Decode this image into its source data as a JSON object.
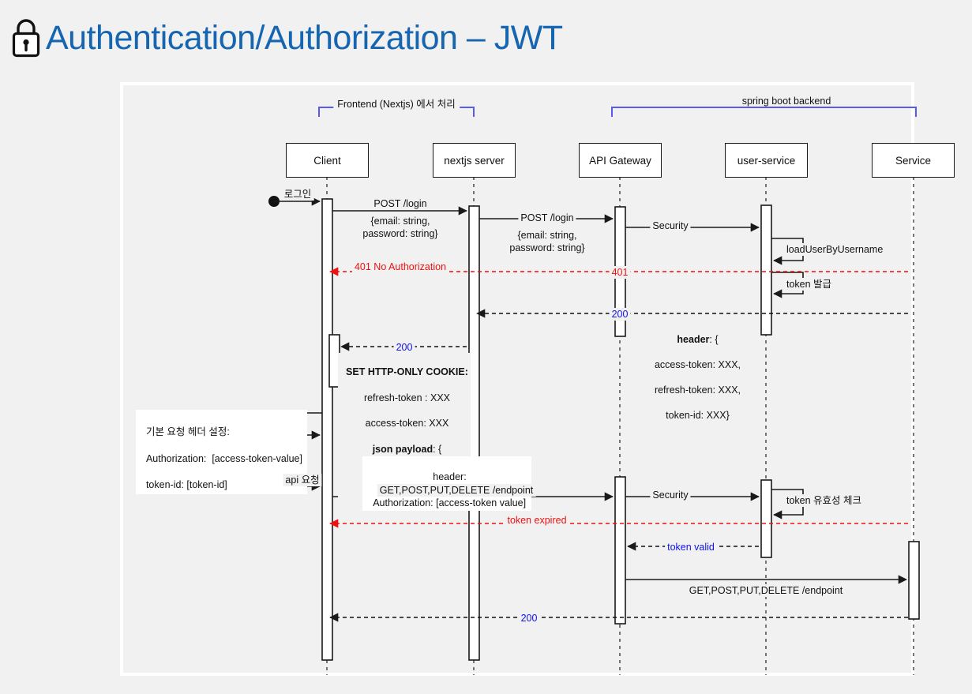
{
  "title": {
    "icon": "lock-icon",
    "text": "Authentication/Authorization – JWT",
    "color": "#1565b0"
  },
  "diagram": {
    "type": "sequence-diagram",
    "background": "#f1f1f1",
    "frame_border": "#ffffff",
    "colors": {
      "group_bracket": "#5a5ae6",
      "error": "#ee1111",
      "success": "#1111ee",
      "line": "#1a1a1a"
    },
    "groups": [
      {
        "label": "Frontend (Nextjs) 에서 처리",
        "from": "Client",
        "to": "nextjs server"
      },
      {
        "label": "spring boot backend",
        "from": "API Gateway",
        "to": "Service"
      }
    ],
    "actors": [
      {
        "name": "Client",
        "label": "Client"
      },
      {
        "name": "nextjs-server",
        "label": "nextjs server"
      },
      {
        "name": "api-gateway",
        "label": "API Gateway"
      },
      {
        "name": "user-service",
        "label": "user-service"
      },
      {
        "name": "service",
        "label": "Service"
      }
    ],
    "messages": [
      {
        "id": "m01",
        "label": "로그인",
        "from": "actor-start",
        "to": "Client",
        "style": "solid",
        "color": "#111"
      },
      {
        "id": "m02",
        "label": "POST /login",
        "from": "Client",
        "to": "nextjs server",
        "style": "solid",
        "color": "#111"
      },
      {
        "id": "m03",
        "label": "{email: string,\npassword: string}",
        "from": "Client",
        "to": "nextjs server",
        "style": "note",
        "color": "#111"
      },
      {
        "id": "m04",
        "label": "POST /login",
        "from": "nextjs server",
        "to": "API Gateway",
        "style": "solid",
        "color": "#111"
      },
      {
        "id": "m05",
        "label": "{email: string,\npassword: string}",
        "from": "nextjs server",
        "to": "API Gateway",
        "style": "note",
        "color": "#111"
      },
      {
        "id": "m06",
        "label": "Security",
        "from": "API Gateway",
        "to": "user-service",
        "style": "solid",
        "color": "#111"
      },
      {
        "id": "m07",
        "label": "loadUserByUsername",
        "from": "user-service",
        "to": "user-service",
        "style": "self",
        "color": "#111"
      },
      {
        "id": "m08",
        "label": "401 No Authorization",
        "from": "nextjs server",
        "to": "Client",
        "style": "dashed",
        "color": "#ee1111"
      },
      {
        "id": "m09",
        "label": "401",
        "from": "user-service",
        "to": "API Gateway",
        "style": "dashed",
        "color": "#ee1111"
      },
      {
        "id": "m10",
        "label": "token 발급",
        "from": "user-service",
        "to": "user-service",
        "style": "self",
        "color": "#111"
      },
      {
        "id": "m11",
        "label": "200",
        "from": "user-service",
        "to": "nextjs server",
        "style": "dashed",
        "color": "#1111ee"
      },
      {
        "id": "m12",
        "label": "header: {\naccess-token: XXX,\nrefresh-token: XXX,\ntoken-id: XXX}",
        "style": "note",
        "color": "#111"
      },
      {
        "id": "m13",
        "label": "200",
        "from": "nextjs server",
        "to": "Client",
        "style": "dashed",
        "color": "#1111ee"
      },
      {
        "id": "m14",
        "label": "SET HTTP-ONLY COOKIE:\nrefresh-token : XXX\naccess-token: XXX\njson payload: {\naccess-token: XXX,\ntoken-id: XXX }",
        "style": "note",
        "color": "#111"
      },
      {
        "id": "m15",
        "label": "기본 요청 헤더 설정:\nAuthorization:  [access-token-value]\ntoken-id: [token-id]",
        "from": "Client",
        "to": "Client",
        "style": "self-note",
        "color": "#111"
      },
      {
        "id": "m16",
        "label": "api 요청",
        "from": "actor-start",
        "to": "Client",
        "style": "solid",
        "color": "#111"
      },
      {
        "id": "m17",
        "label": "header:\nAuthorization: [access-token value]",
        "style": "note",
        "color": "#111"
      },
      {
        "id": "m18",
        "label": "GET,POST,PUT,DELETE /endpoint",
        "from": "Client",
        "to": "API Gateway",
        "style": "solid",
        "color": "#111"
      },
      {
        "id": "m19",
        "label": "Security",
        "from": "API Gateway",
        "to": "user-service",
        "style": "solid",
        "color": "#111"
      },
      {
        "id": "m20",
        "label": "token 유효성 체크",
        "from": "user-service",
        "to": "user-service",
        "style": "self",
        "color": "#111"
      },
      {
        "id": "m21",
        "label": "token expired",
        "from": "user-service",
        "to": "Client",
        "style": "dashed",
        "color": "#ee1111"
      },
      {
        "id": "m22",
        "label": "token valid",
        "from": "user-service",
        "to": "API Gateway",
        "style": "dashed",
        "color": "#1111ee"
      },
      {
        "id": "m23",
        "label": "GET,POST,PUT,DELETE /endpoint",
        "from": "API Gateway",
        "to": "Service",
        "style": "solid",
        "color": "#111"
      },
      {
        "id": "m24",
        "label": "200",
        "from": "Service",
        "to": "Client",
        "style": "dashed",
        "color": "#1111ee"
      }
    ]
  }
}
